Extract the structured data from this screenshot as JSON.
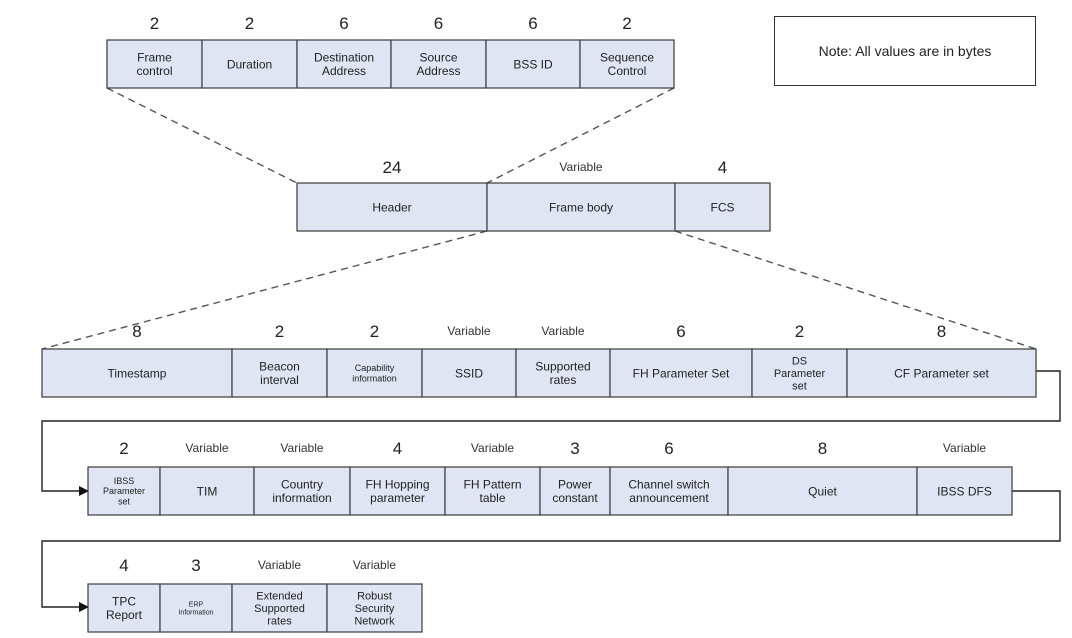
{
  "note": "Note: All values are in bytes",
  "header_fields": [
    {
      "label": "Frame\ncontrol",
      "size": "2"
    },
    {
      "label": "Duration",
      "size": "2"
    },
    {
      "label": "Destination\nAddress",
      "size": "6"
    },
    {
      "label": "Source\nAddress",
      "size": "6"
    },
    {
      "label": "BSS ID",
      "size": "6"
    },
    {
      "label": "Sequence\nControl",
      "size": "2"
    }
  ],
  "frame": [
    {
      "label": "Header",
      "size": "24"
    },
    {
      "label": "Frame body",
      "size": "Variable"
    },
    {
      "label": "FCS",
      "size": "4"
    }
  ],
  "body_row1": [
    {
      "label": "Timestamp",
      "size": "8"
    },
    {
      "label": "Beacon\ninterval",
      "size": "2"
    },
    {
      "label": "Capability\ninformation",
      "size": "2"
    },
    {
      "label": "SSID",
      "size": "Variable"
    },
    {
      "label": "Supported\nrates",
      "size": "Variable"
    },
    {
      "label": "FH Parameter Set",
      "size": "6"
    },
    {
      "label": "DS\nParameter\nset",
      "size": "2"
    },
    {
      "label": "CF Parameter set",
      "size": "8"
    }
  ],
  "body_row2": [
    {
      "label": "IBSS\nParameter\nset",
      "size": "2"
    },
    {
      "label": "TIM",
      "size": "Variable"
    },
    {
      "label": "Country\ninformation",
      "size": "Variable"
    },
    {
      "label": "FH Hopping\nparameter",
      "size": "4"
    },
    {
      "label": "FH Pattern\ntable",
      "size": "Variable"
    },
    {
      "label": "Power\nconstant",
      "size": "3"
    },
    {
      "label": "Channel switch\nannouncement",
      "size": "6"
    },
    {
      "label": "Quiet",
      "size": "8"
    },
    {
      "label": "IBSS DFS",
      "size": "Variable"
    }
  ],
  "body_row3": [
    {
      "label": "TPC\nReport",
      "size": "4"
    },
    {
      "label": "ERP\nInformation",
      "size": "3"
    },
    {
      "label": "Extended\nSupported\nrates",
      "size": "Variable"
    },
    {
      "label": "Robust\nSecurity\nNetwork",
      "size": "Variable"
    }
  ]
}
